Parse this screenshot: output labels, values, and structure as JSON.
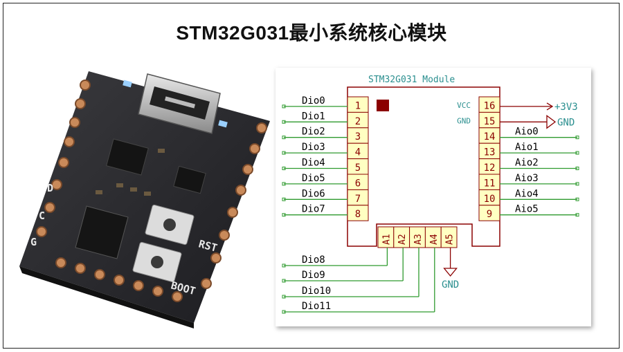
{
  "title": "STM32G031最小系统核心模块",
  "board_photo": {
    "silk_labels": [
      "D",
      "C",
      "G",
      "RST",
      "BOOT"
    ]
  },
  "schematic": {
    "module_name": "STM32G031 Module",
    "left_pins": [
      {
        "num": "1",
        "net": "Dio0"
      },
      {
        "num": "2",
        "net": "Dio1"
      },
      {
        "num": "3",
        "net": "Dio2"
      },
      {
        "num": "4",
        "net": "Dio3"
      },
      {
        "num": "5",
        "net": "Dio4"
      },
      {
        "num": "6",
        "net": "Dio5"
      },
      {
        "num": "7",
        "net": "Dio6"
      },
      {
        "num": "8",
        "net": "Dio7"
      }
    ],
    "right_pins": [
      {
        "num": "16",
        "name": "VCC",
        "net": "+3V3"
      },
      {
        "num": "15",
        "name": "GND",
        "net": "GND"
      },
      {
        "num": "14",
        "net": "Aio0"
      },
      {
        "num": "13",
        "net": "Aio1"
      },
      {
        "num": "12",
        "net": "Aio2"
      },
      {
        "num": "11",
        "net": "Aio3"
      },
      {
        "num": "10",
        "net": "Aio4"
      },
      {
        "num": "9",
        "net": "Aio5"
      }
    ],
    "bottom_pins": [
      {
        "num": "A1",
        "net": "Dio8"
      },
      {
        "num": "A2",
        "net": "Dio9"
      },
      {
        "num": "A3",
        "net": "Dio10"
      },
      {
        "num": "A4",
        "net": "Dio11"
      },
      {
        "num": "A5",
        "net": "GND"
      }
    ],
    "colors": {
      "body": "#8b0000",
      "pin_fill": "#ffffc2",
      "wire": "#2e9a2e",
      "net_label": "#000000",
      "power": "#2a8f8f",
      "marker": "#8b0000"
    }
  }
}
